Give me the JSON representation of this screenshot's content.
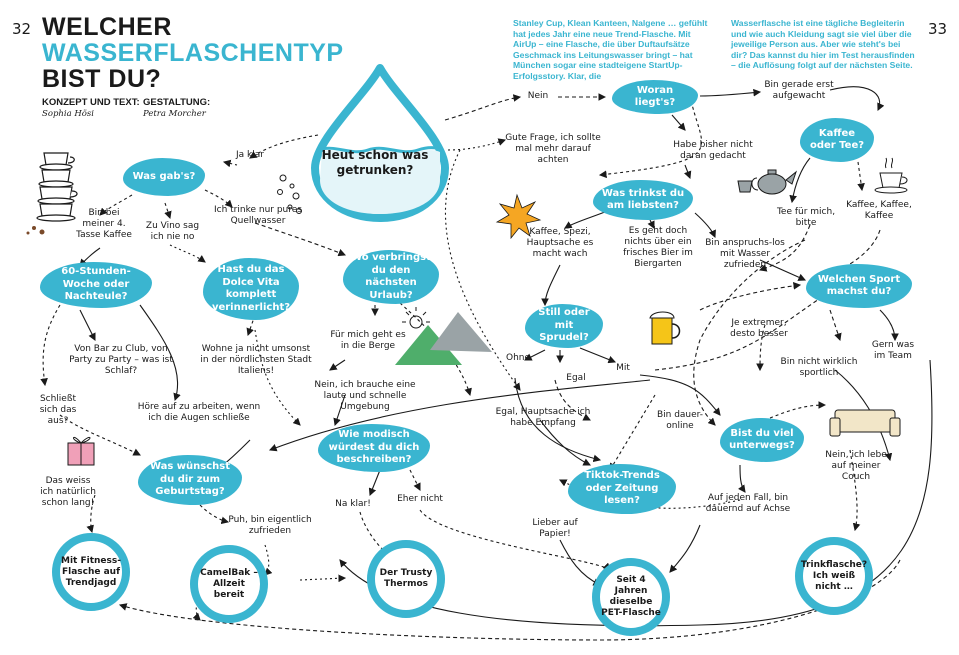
{
  "page": {
    "left_number": "32",
    "right_number": "33"
  },
  "title": {
    "line1": "WELCHER",
    "line2": "WASSERFLASCHENTYP",
    "line3": "BIST DU?"
  },
  "credits": {
    "concept_label": "KONZEPT UND TEXT:",
    "concept_name": "Sophia Hösi",
    "design_label": "GESTALTUNG:",
    "design_name": "Petra Morcher"
  },
  "intro": {
    "col1": "Stanley Cup, Klean Kanteen, Nalgene … gefühlt hat jedes Jahr eine neue Trend-Flasche. Mit AirUp – eine Flasche, die über Duftaufsätze Geschmack ins Leitungswasser bringt – hat München sogar eine stadteigene StartUp-Erfolgsstory. Klar, die",
    "col2": "Wasserflasche ist eine tägliche Begleiterin und wie auch Kleidung sagt sie viel über die jeweilige Person aus. Aber wie steht's bei dir? Das kannst du hier im Test herausfinden – die Auflösung folgt auf der nächsten Seite."
  },
  "start": "Heut schon was getrunken?",
  "questions": {
    "was_gabs": "Was gab's?",
    "woran_liegts": "Woran liegt's?",
    "kaffee_tee": "Kaffee oder Tee?",
    "was_trinkst": "Was trinkst du am liebsten?",
    "sechzig_stunden": "60-Stunden-Woche oder Nachteule?",
    "dolce_vita": "Hast du das Dolce Vita komplett verinnerlicht?",
    "urlaub": "Wo verbringst du den nächsten Urlaub?",
    "still_sprudel": "Still oder mit Sprudel?",
    "sport": "Welchen Sport machst du?",
    "modisch": "Wie modisch würdest du dich beschreiben?",
    "unterwegs": "Bist du viel unterwegs?",
    "geburtstag": "Was wünschst du dir zum Geburtstag?",
    "tiktok": "Tiktok-Trends oder Zeitung lesen?"
  },
  "answers": {
    "ja_klar": "Ja klar",
    "nein": "Nein",
    "gute_frage": "Gute Frage, ich sollte mal mehr darauf achten",
    "bin_gerade": "Bin gerade erst aufgewacht",
    "habe_bisher": "Habe bisher nicht daran gedacht",
    "bin_bei": "Bin bei meiner 4. Tasse Kaffee",
    "zu_vino": "Zu Vino sag ich nie no",
    "pures": "Ich trinke nur pures Quellwasser",
    "kaffee_spezi": "Kaffee, Spezi, Hauptsache es macht wach",
    "es_geht": "Es geht doch nichts über ein frisches Bier im Biergarten",
    "anspruchslos": "Bin anspruchs-los mit Wasser zufrieden",
    "tee_fuer_mich": "Tee für mich, bitte",
    "kaffee_kaffee": "Kaffee, Kaffee, Kaffee",
    "von_bar": "Von Bar zu Club, von Party zu Party – was ist Schlaf?",
    "wohne_ja": "Wohne ja nicht umsonst in der nördlichsten Stadt Italiens!",
    "berge": "Für mich geht es in die Berge",
    "laute": "Nein, ich brauche eine laute und schnelle Umgebung",
    "ohne": "Ohne",
    "egal": "Egal",
    "mit": "Mit",
    "extremer": "Je extremer, desto besser",
    "nicht_sportlich": "Bin nicht wirklich sportlich",
    "gern_team": "Gern was im Team",
    "schliesst": "Schließt sich das aus?",
    "hoere_auf": "Höre auf zu arbeiten, wenn ich die Augen schließe",
    "egal_empfang": "Egal, Hauptsache ich habe Empfang",
    "dauer_online": "Bin dauer-online",
    "lebe_couch": "Nein, ich lebe auf meiner Couch",
    "weiss_ich": "Das weiss ich natürlich schon lang!",
    "na_klar": "Na klar!",
    "eher_nicht": "Eher nicht",
    "puh": "Puh, bin eigentlich zufrieden",
    "lieber_papier": "Lieber auf Papier!",
    "jeden_fall": "Auf jeden Fall, bin dauernd auf Achse"
  },
  "results": {
    "fitness": "Mit Fitness-Flasche auf Trendjagd",
    "camelbak": "CamelBak – Allzeit bereit",
    "thermos": "Der Trusty Thermos",
    "pet": "Seit 4 Jahren dieselbe PET-Flasche",
    "trinkflasche": "Trinkflasche? Ich weiß nicht …"
  },
  "colors": {
    "accent": "#3ab5d0",
    "text": "#1a1a1a",
    "green": "#4fae6b",
    "gray": "#9aa3a6"
  }
}
